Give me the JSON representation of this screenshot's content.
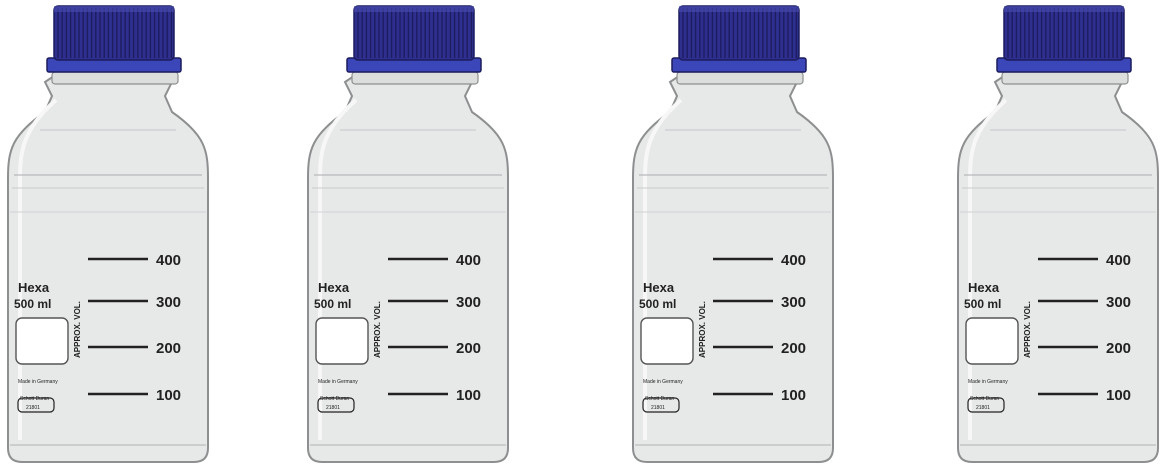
{
  "bottles": [
    {
      "brand": "Hexa",
      "volume": "500 ml",
      "vertical_label": "APPROX. VOL.",
      "small_text": "Made in Germany",
      "code_label": "Schott Duran",
      "code_value": "21801",
      "graduations": [
        "400",
        "300",
        "200",
        "100"
      ]
    },
    {
      "brand": "Hexa",
      "volume": "500 ml",
      "vertical_label": "APPROX. VOL.",
      "small_text": "Made in Germany",
      "code_label": "Schott Duran",
      "code_value": "21801",
      "graduations": [
        "400",
        "300",
        "200",
        "100"
      ]
    },
    {
      "brand": "Hexa",
      "volume": "500 ml",
      "vertical_label": "APPROX. VOL.",
      "small_text": "Made in Germany",
      "code_label": "Schott Duran",
      "code_value": "21801",
      "graduations": [
        "400",
        "300",
        "200",
        "100"
      ]
    },
    {
      "brand": "Hexa",
      "volume": "500 ml",
      "vertical_label": "APPROX. VOL.",
      "small_text": "Made in Germany",
      "code_label": "Schott Duran",
      "code_value": "21801",
      "graduations": [
        "400",
        "300",
        "200",
        "100"
      ]
    }
  ],
  "colors": {
    "cap": "#2e2f8f",
    "cap_dark": "#1c1c5e",
    "cap_ring": "#3b46b8",
    "glass": "#e7e8e8",
    "glass_edge": "#8d8f90",
    "marking": "#222222"
  }
}
